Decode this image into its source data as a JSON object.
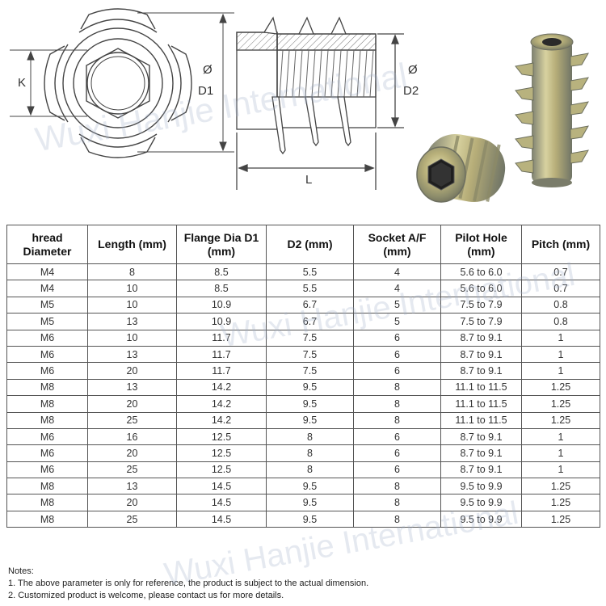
{
  "diagram": {
    "labels": {
      "k": "K",
      "d1_symbol": "Ø",
      "d1": "D1",
      "d2_symbol": "Ø",
      "d2": "D2",
      "l": "L"
    }
  },
  "watermark": "Wuxi Hanjie International",
  "table": {
    "headers": [
      "hread\nDiameter",
      "Length (mm)",
      "Flange Dia D1\n(mm)",
      "D2 (mm)",
      "Socket A/F\n(mm)",
      "Pilot Hole\n(mm)",
      "Pitch (mm)"
    ],
    "rows": [
      [
        "M4",
        "8",
        "8.5",
        "5.5",
        "4",
        "5.6 to 6.0",
        "0.7"
      ],
      [
        "M4",
        "10",
        "8.5",
        "5.5",
        "4",
        "5.6 to 6.0",
        "0.7"
      ],
      [
        "M5",
        "10",
        "10.9",
        "6.7",
        "5",
        "7.5 to 7.9",
        "0.8"
      ],
      [
        "M5",
        "13",
        "10.9",
        "6.7",
        "5",
        "7.5 to 7.9",
        "0.8"
      ],
      [
        "M6",
        "10",
        "11.7",
        "7.5",
        "6",
        "8.7 to 9.1",
        "1"
      ],
      [
        "M6",
        "13",
        "11.7",
        "7.5",
        "6",
        "8.7 to 9.1",
        "1"
      ],
      [
        "M6",
        "20",
        "11.7",
        "7.5",
        "6",
        "8.7 to 9.1",
        "1"
      ],
      [
        "M8",
        "13",
        "14.2",
        "9.5",
        "8",
        "11.1 to 11.5",
        "1.25"
      ],
      [
        "M8",
        "20",
        "14.2",
        "9.5",
        "8",
        "11.1 to 11.5",
        "1.25"
      ],
      [
        "M8",
        "25",
        "14.2",
        "9.5",
        "8",
        "11.1 to 11.5",
        "1.25"
      ],
      [
        "M6",
        "16",
        "12.5",
        "8",
        "6",
        "8.7 to 9.1",
        "1"
      ],
      [
        "M6",
        "20",
        "12.5",
        "8",
        "6",
        "8.7 to 9.1",
        "1"
      ],
      [
        "M6",
        "25",
        "12.5",
        "8",
        "6",
        "8.7 to 9.1",
        "1"
      ],
      [
        "M8",
        "13",
        "14.5",
        "9.5",
        "8",
        "9.5 to 9.9",
        "1.25"
      ],
      [
        "M8",
        "20",
        "14.5",
        "9.5",
        "8",
        "9.5 to 9.9",
        "1.25"
      ],
      [
        "M8",
        "25",
        "14.5",
        "9.5",
        "8",
        "9.5 to 9.9",
        "1.25"
      ]
    ]
  },
  "notes": {
    "title": "Notes:",
    "lines": [
      "1. The above parameter is only for reference, the product is subject to the actual dimension.",
      "2. Customized product is welcome, please contact us for more details."
    ]
  }
}
